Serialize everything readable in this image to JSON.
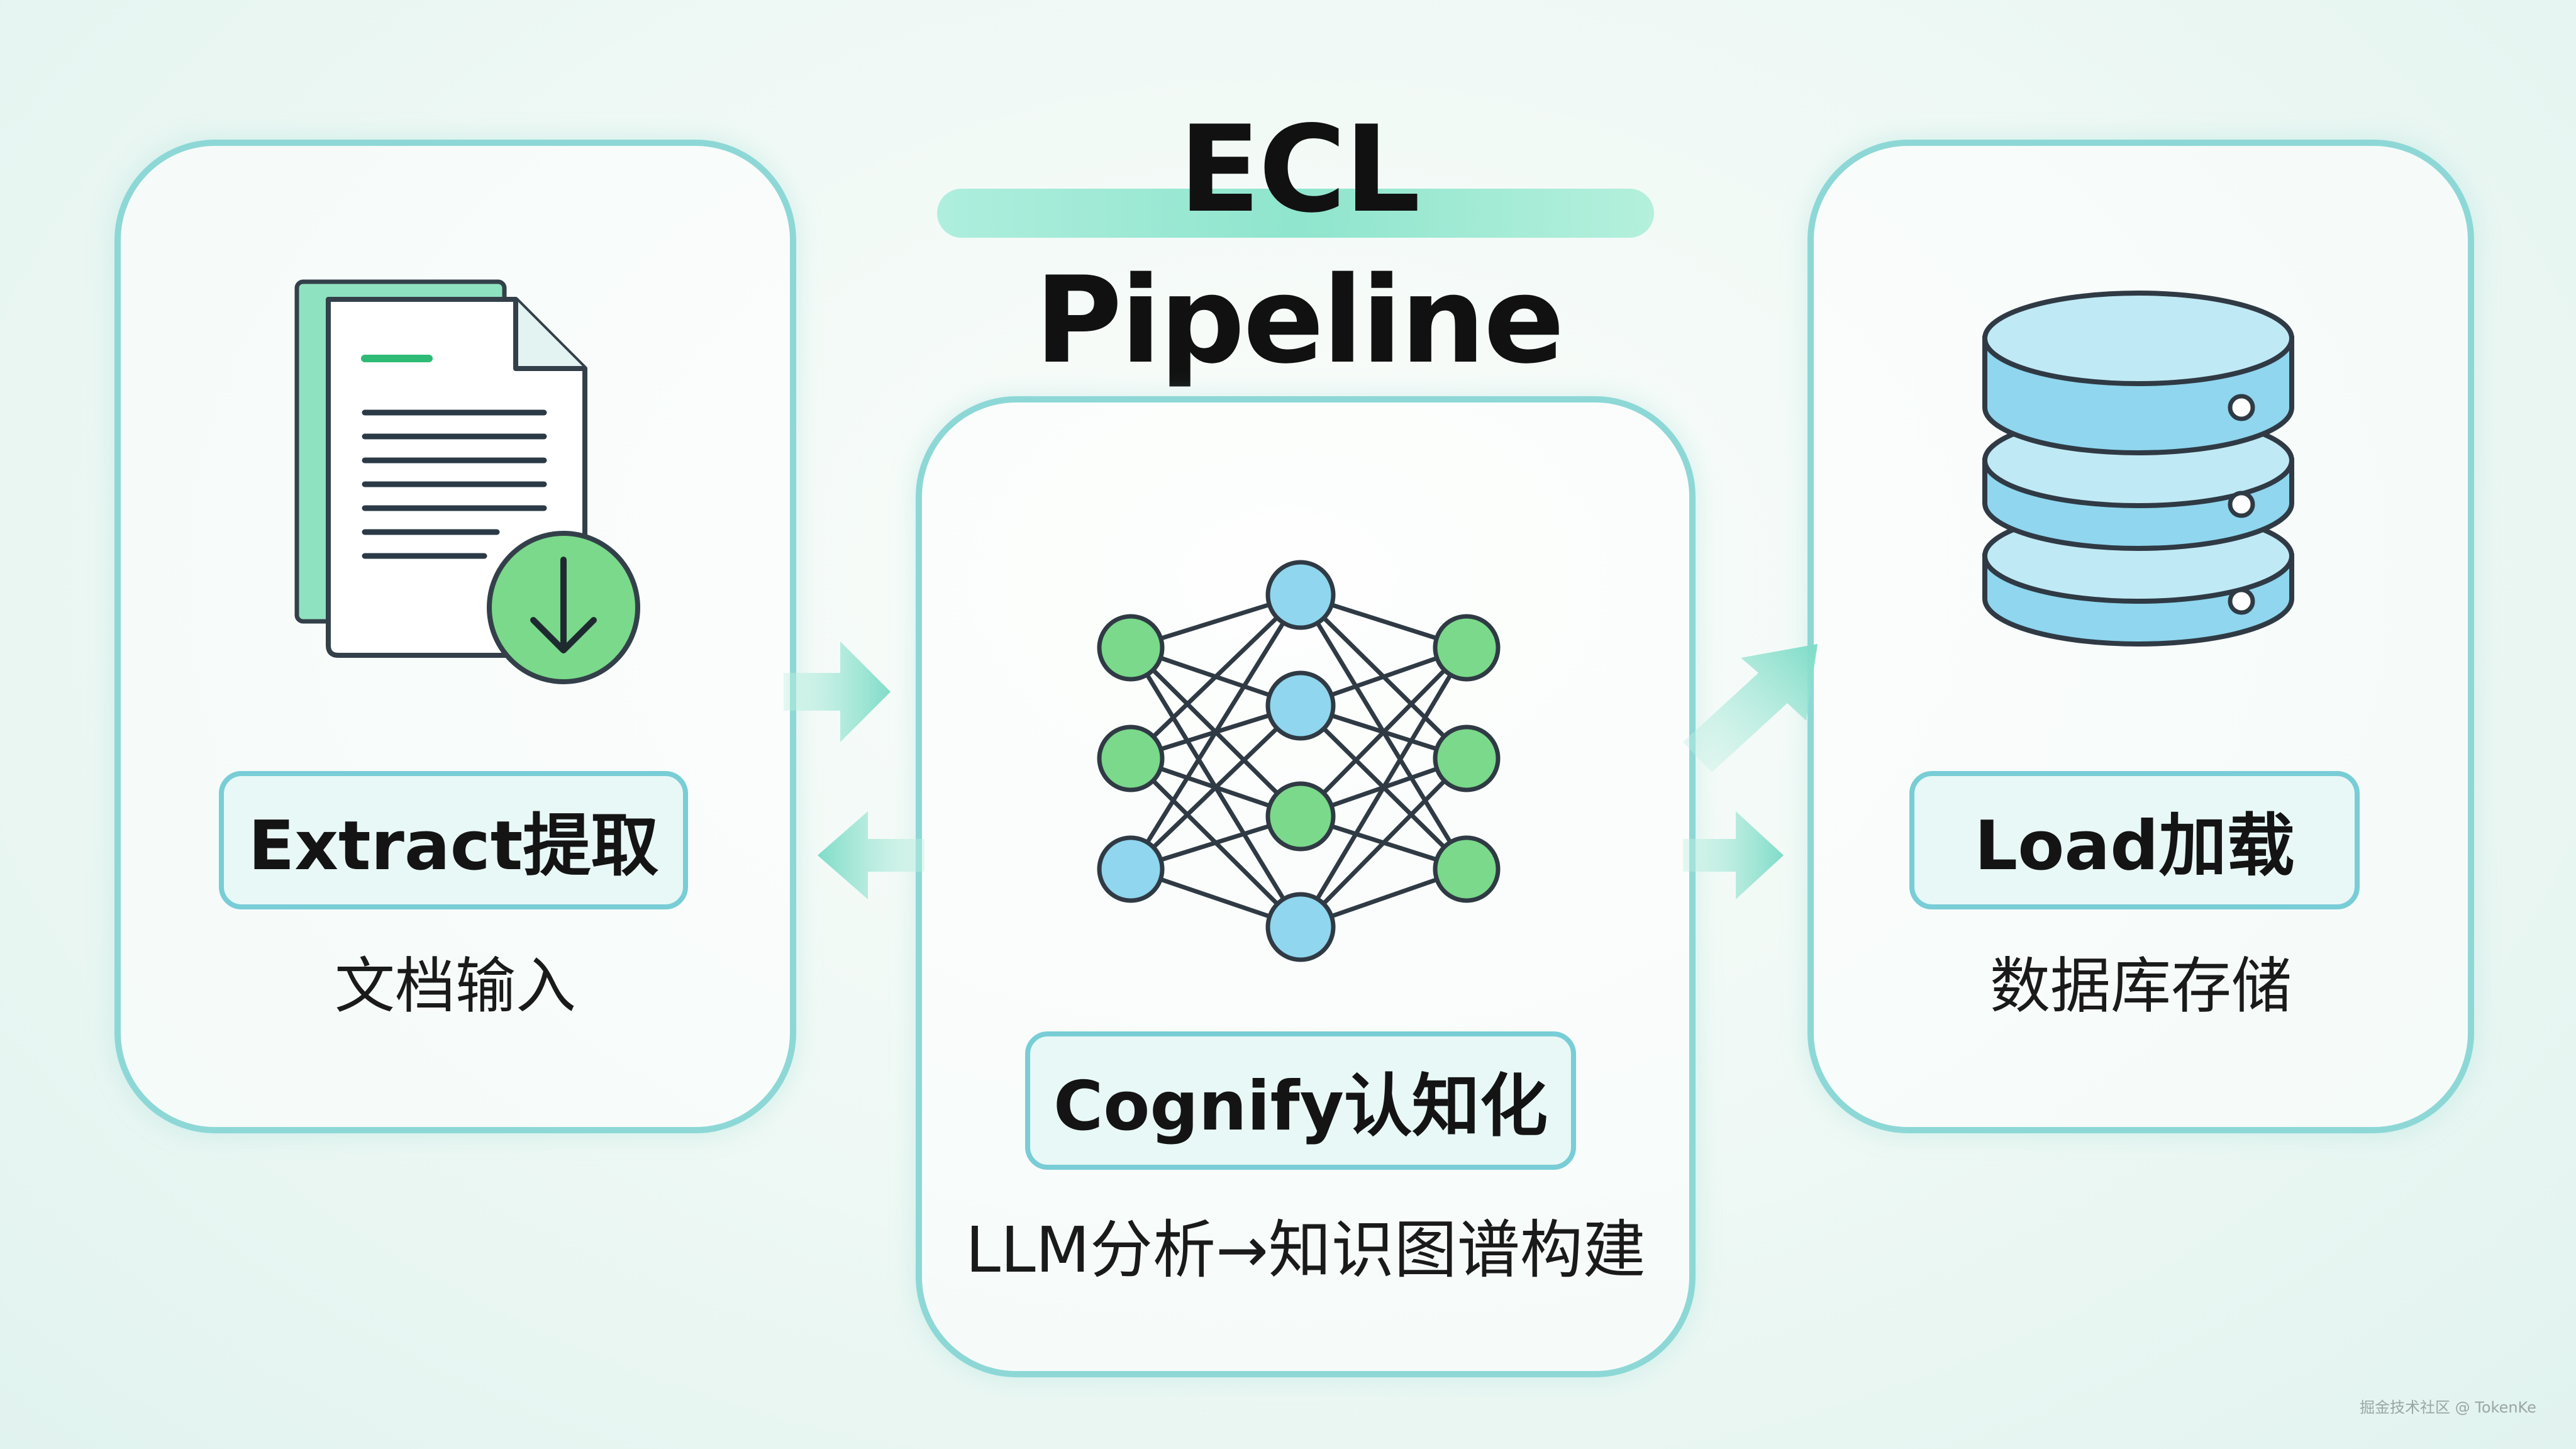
{
  "title": "ECL Pipeline",
  "stages": {
    "extract": {
      "label": "Extract提取",
      "sub": "文档输入"
    },
    "cognify": {
      "label": "Cognify认知化",
      "sub": "LLM分析→知识图谱构建"
    },
    "load": {
      "label": "Load加载",
      "sub": "数据库存储"
    }
  },
  "icons": {
    "extract": "document-download-icon",
    "cognify": "neural-network-icon",
    "load": "database-icon"
  },
  "watermark": "掘金技术社区 @ TokenKe",
  "colors": {
    "panel_border": "#8dd8d6",
    "label_border": "#78cdd6",
    "green": "#7ad98a",
    "blue": "#8fd6ee",
    "arrow": "#7fdcc8"
  }
}
